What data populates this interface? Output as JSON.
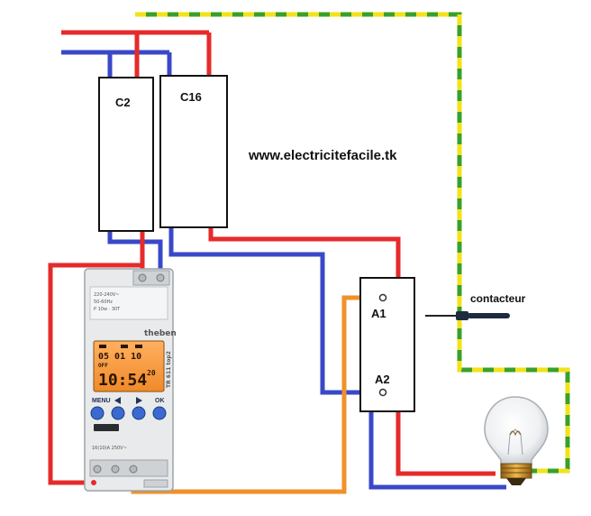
{
  "site_url": "www.electricitefacile.tk",
  "breakers": [
    {
      "label": "C2"
    },
    {
      "label": "C16"
    }
  ],
  "contactor": {
    "label": "contacteur",
    "terminal_a1": "A1",
    "terminal_a2": "A2"
  },
  "timer": {
    "brand": "theben",
    "model": "TR 611 top2",
    "display": {
      "date": "05 01 10",
      "status": "OFF",
      "time_hm": "10:54",
      "time_s": "20"
    },
    "buttons": [
      "MENU",
      "OK"
    ],
    "specs": [
      "220-240V~",
      "50-60Hz",
      "P 10w · 30T"
    ],
    "rating": "16(10)A 250V~"
  },
  "colors": {
    "phase": "#e62a2a",
    "neutral": "#3a48c8",
    "command": "#f0902a",
    "earth_green": "#3aa02a",
    "earth_yellow": "#f2e21a"
  }
}
